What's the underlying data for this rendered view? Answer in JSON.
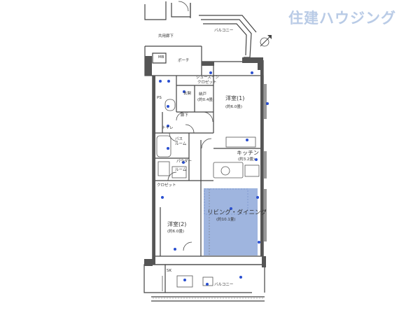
{
  "watermark": "住建ハウジング",
  "rooms": {
    "corridor": "共用廊下",
    "balcony_top": "バルコニー",
    "porch": "ポーチ",
    "mb": "MB",
    "genkan": "玄関",
    "shoes_closet_1": "シューズイン",
    "shoes_closet_2": "クロゼット",
    "nando": "納戸",
    "nando_size": "(約0.4畳)",
    "hallway": "廊下",
    "toilet": "トイレ",
    "bath_1": "バス",
    "bath_2": "ルーム",
    "powder_1": "パウダー",
    "powder_2": "ルーム",
    "western1": "洋室(1)",
    "western1_size": "(約6.0畳)",
    "kitchen": "キッチン",
    "kitchen_size": "(約3.2畳)",
    "ld": "リビング・ダイニング",
    "ld_size": "(約10.1畳)",
    "western2": "洋室(2)",
    "western2_size": "(約6.0畳)",
    "balcony_bottom": "バルコニー",
    "sk": "SK",
    "ps": "PS",
    "wic": "クロゼット"
  }
}
